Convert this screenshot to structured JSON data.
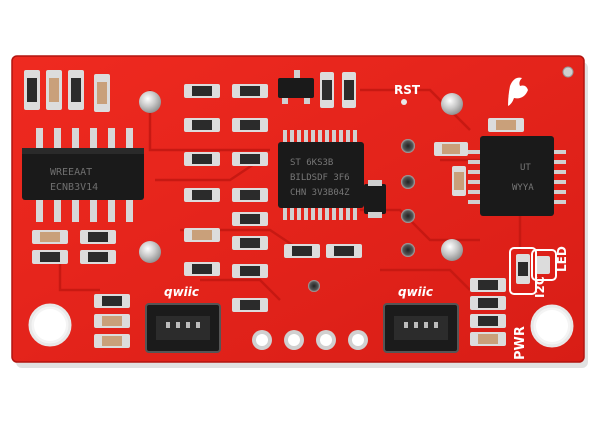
{
  "board": {
    "color": "#e8231b",
    "silkscreen_color": "#ffffff",
    "labels": {
      "rst": "RST",
      "qwiic_left": "qwiic",
      "qwiic_right": "qwiic",
      "pwr": "PWR",
      "i2c": "I2C",
      "led": "LED"
    },
    "chips": {
      "left_ic_text": "WREEAAT",
      "left_ic_text2": "ECNB3V14",
      "center_ic_text": "ST 6KS3B",
      "center_ic_text2": "BILDSDF 3F6",
      "center_ic_text3": "CHN 3V3B04Z",
      "right_ic_text": "UT",
      "right_ic_text2": "WYYA"
    }
  }
}
